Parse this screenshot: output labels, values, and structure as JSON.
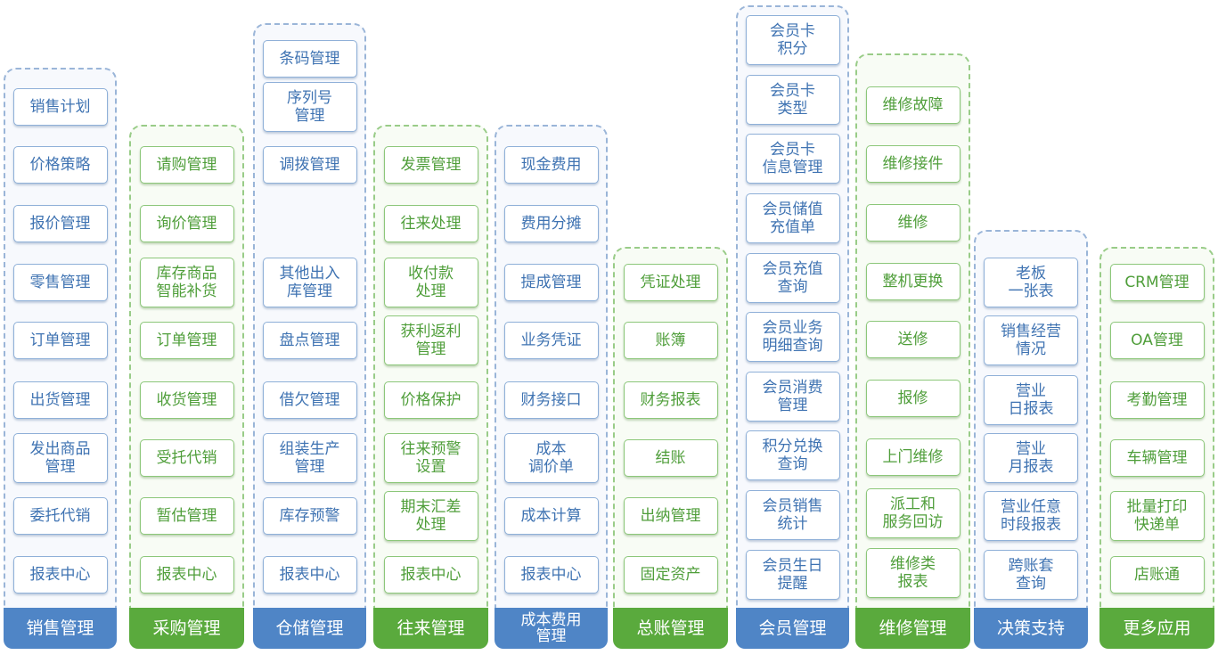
{
  "modules": [
    {
      "label": "销售管理",
      "color": "blue",
      "items": [
        "销售计划",
        "价格策略",
        "报价管理",
        "零售管理",
        "订单管理",
        "出货管理",
        "发出商品\n管理",
        "委托代销",
        "报表中心"
      ]
    },
    {
      "label": "采购管理",
      "color": "green",
      "items": [
        "请购管理",
        "询价管理",
        "库存商品\n智能补货",
        "订单管理",
        "收货管理",
        "受托代销",
        "暂估管理",
        "报表中心"
      ]
    },
    {
      "label": "仓储管理",
      "color": "blue",
      "items": [
        "条码管理",
        "序列号\n管理",
        "调拨管理",
        "其他出入\n库管理",
        "盘点管理",
        "借欠管理",
        "组装生产\n管理",
        "库存预警",
        "报表中心"
      ]
    },
    {
      "label": "往来管理",
      "color": "green",
      "items": [
        "发票管理",
        "往来处理",
        "收付款\n处理",
        "获利返利\n管理",
        "价格保护",
        "往来预警\n设置",
        "期末汇差\n处理",
        "报表中心"
      ]
    },
    {
      "label": "成本费用\n管理",
      "color": "blue",
      "items": [
        "现金费用",
        "费用分摊",
        "提成管理",
        "业务凭证",
        "财务接口",
        "成本\n调价单",
        "成本计算",
        "报表中心"
      ]
    },
    {
      "label": "总账管理",
      "color": "green",
      "items": [
        "凭证处理",
        "账簿",
        "财务报表",
        "结账",
        "出纳管理",
        "固定资产"
      ]
    },
    {
      "label": "会员管理",
      "color": "blue",
      "items": [
        "会员卡\n积分",
        "会员卡\n类型",
        "会员卡\n信息管理",
        "会员储值\n充值单",
        "会员充值\n查询",
        "会员业务\n明细查询",
        "会员消费\n管理",
        "积分兑换\n查询",
        "会员销售\n统计",
        "会员生日\n提醒"
      ]
    },
    {
      "label": "维修管理",
      "color": "green",
      "items": [
        "维修故障",
        "维修接件",
        "维修",
        "整机更换",
        "送修",
        "报修",
        "上门维修",
        "派工和\n服务回访",
        "维修类\n报表"
      ]
    },
    {
      "label": "决策支持",
      "color": "blue",
      "items": [
        "老板\n一张表",
        "销售经营\n情况",
        "营业\n日报表",
        "营业\n月报表",
        "营业任意\n时段报表",
        "跨账套\n查询"
      ]
    },
    {
      "label": "更多应用",
      "color": "green",
      "items": [
        "CRM管理",
        "OA管理",
        "考勤管理",
        "车辆管理",
        "批量打印\n快递单",
        "店账通"
      ]
    }
  ],
  "colors": {
    "blue_text": "#3f73b2",
    "blue_border": "#8fb0d8",
    "blue_tab": "#4f85c6",
    "green_text": "#4f9e3a",
    "green_border": "#8cc77a",
    "green_tab": "#5aaa3d"
  }
}
